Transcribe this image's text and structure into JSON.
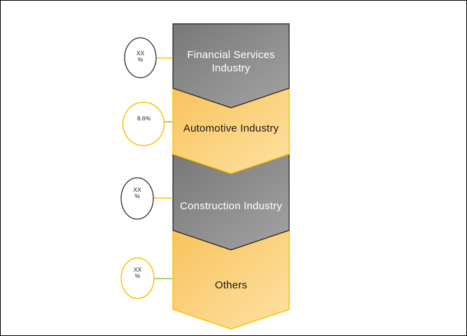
{
  "colors": {
    "canvas-bg": "#ffffff",
    "frame-border": "#000000",
    "gray-fill-start": "#787878",
    "gray-fill-end": "#a3a3a3",
    "gray-border": "#1f1f1f",
    "gold-fill-start": "#f9c35d",
    "gold-fill-end": "#fee2a4",
    "gold-border": "#ffc000",
    "circle-black-border": "#2b2b2b",
    "circle-gold-border": "#ffc000",
    "connector-gold": "#ffc000",
    "connector-green": "#8dc04b",
    "text-light": "#ffffff",
    "text-dark": "#1a1a1a"
  },
  "diagram": {
    "items": [
      {
        "label": "Financial Services Industry",
        "share_line1": "XX",
        "share_line2": "%"
      },
      {
        "label": "Automotive Industry",
        "share_line1": "8.6%",
        "share_line2": ""
      },
      {
        "label": "Construction Industry",
        "share_line1": "XX",
        "share_line2": "%"
      },
      {
        "label": "Others",
        "share_line1": "XX",
        "share_line2": "%"
      }
    ]
  }
}
